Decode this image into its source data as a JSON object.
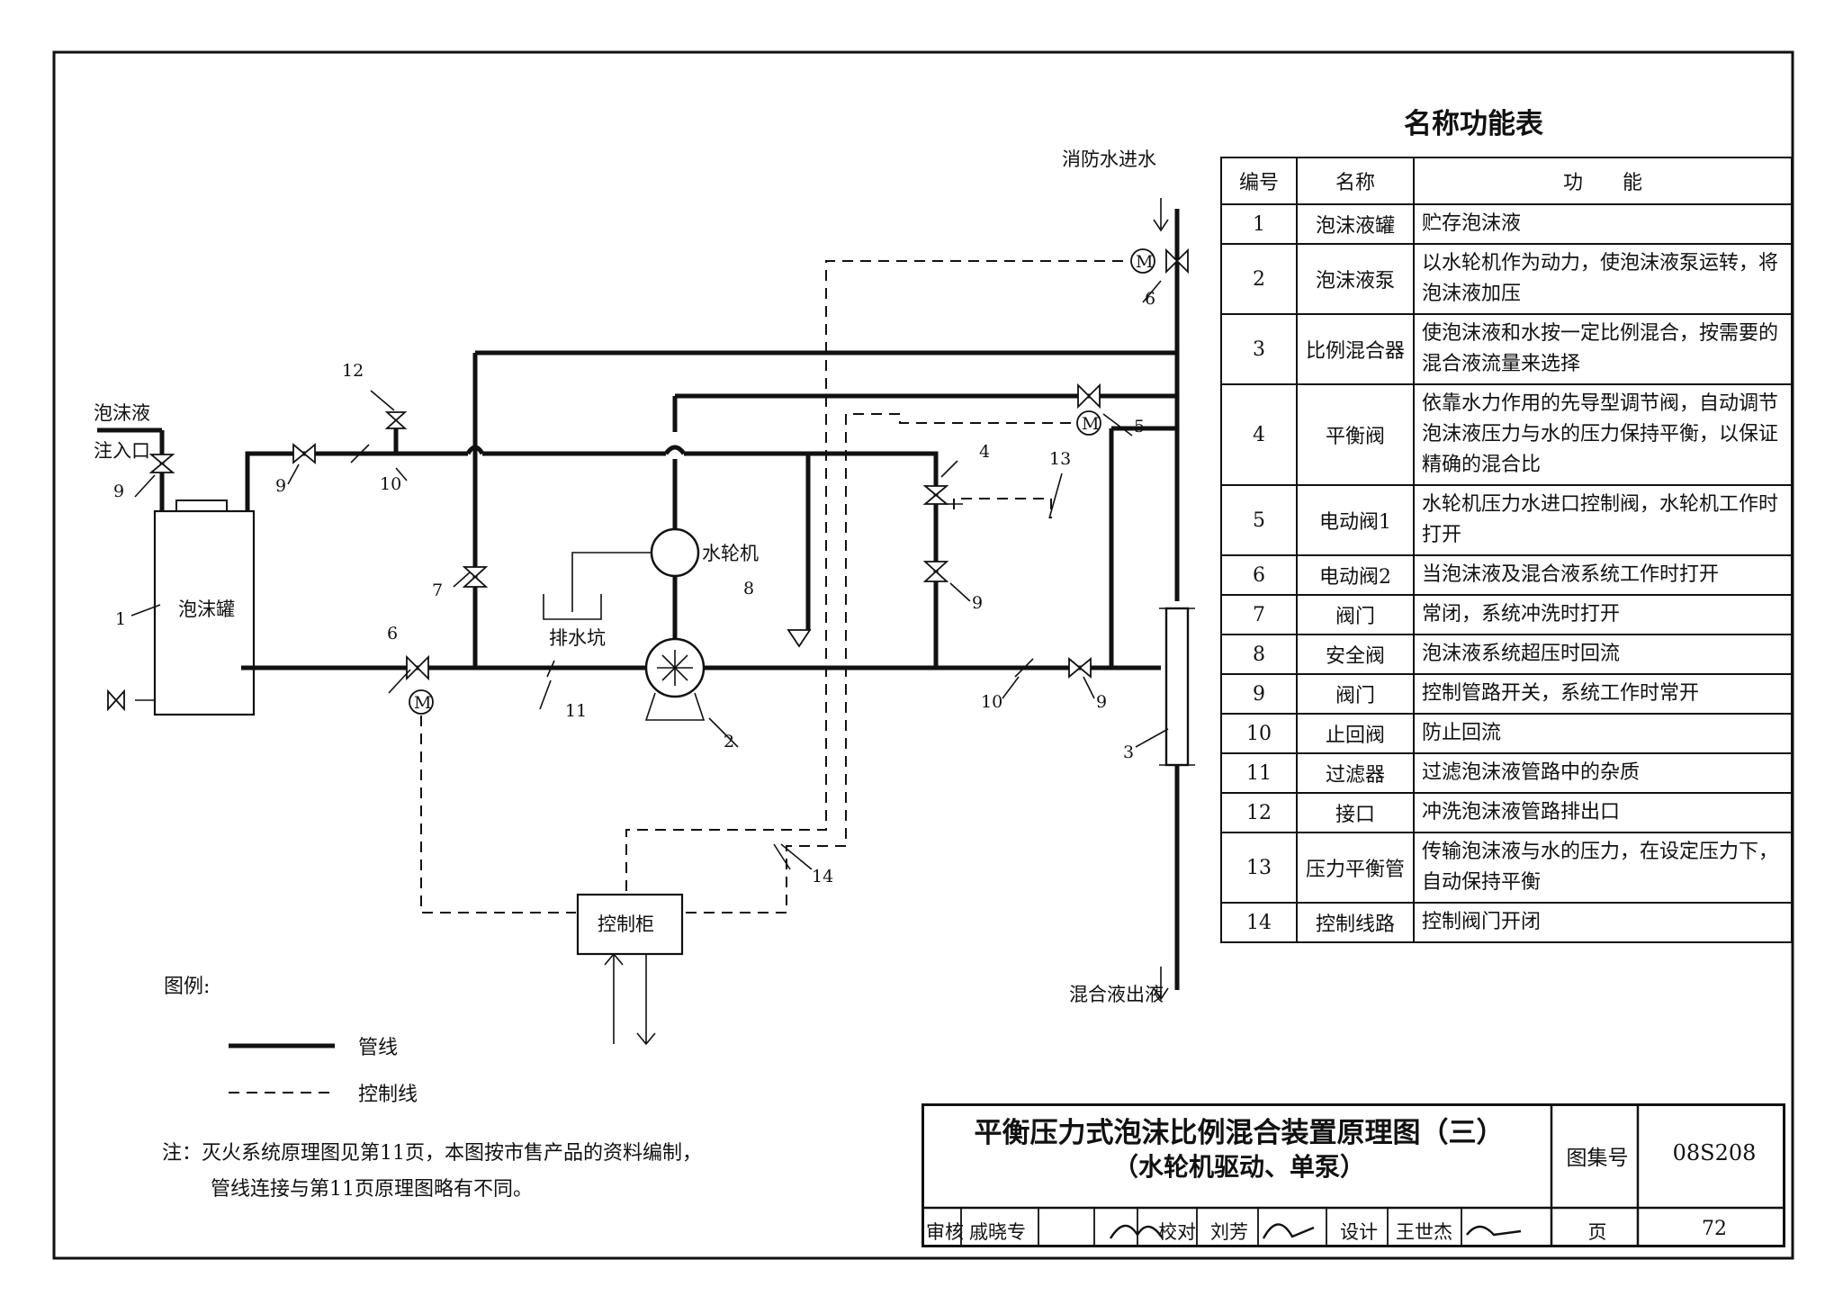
{
  "drawing": {
    "labels": {
      "fire_water_inlet": "消防水进水",
      "foam_inlet_line1": "泡沫液",
      "foam_inlet_line2": "注入口",
      "foam_tank": "泡沫罐",
      "water_turbine": "水轮机",
      "drain_pit": "排水坑",
      "control_cabinet": "控制柜",
      "mixed_outlet": "混合液出液"
    },
    "component_numbers": [
      "1",
      "2",
      "3",
      "4",
      "5",
      "6",
      "6",
      "7",
      "8",
      "9",
      "9",
      "9",
      "9",
      "10",
      "10",
      "11",
      "12",
      "13",
      "14"
    ],
    "valve_motor_symbol": "M"
  },
  "legend": {
    "title": "图例:",
    "items": [
      {
        "label": "管线",
        "style": "solid"
      },
      {
        "label": "控制线",
        "style": "dashed"
      }
    ]
  },
  "function_table": {
    "title": "名称功能表",
    "headers": [
      "编号",
      "名称",
      "功　　能"
    ],
    "rows": [
      {
        "no": "1",
        "name": "泡沫液罐",
        "function": "贮存泡沫液"
      },
      {
        "no": "2",
        "name": "泡沫液泵",
        "function": "以水轮机作为动力，使泡沫液泵运转，将泡沫液加压"
      },
      {
        "no": "3",
        "name": "比例混合器",
        "function": "使泡沫液和水按一定比例混合，按需要的混合液流量来选择"
      },
      {
        "no": "4",
        "name": "平衡阀",
        "function": "依靠水力作用的先导型调节阀，自动调节泡沫液压力与水的压力保持平衡，以保证精确的混合比"
      },
      {
        "no": "5",
        "name": "电动阀1",
        "function": "水轮机压力水进口控制阀，水轮机工作时打开"
      },
      {
        "no": "6",
        "name": "电动阀2",
        "function": "当泡沫液及混合液系统工作时打开"
      },
      {
        "no": "7",
        "name": "阀门",
        "function": "常闭，系统冲洗时打开"
      },
      {
        "no": "8",
        "name": "安全阀",
        "function": "泡沫液系统超压时回流"
      },
      {
        "no": "9",
        "name": "阀门",
        "function": "控制管路开关，系统工作时常开"
      },
      {
        "no": "10",
        "name": "止回阀",
        "function": "防止回流"
      },
      {
        "no": "11",
        "name": "过滤器",
        "function": "过滤泡沫液管路中的杂质"
      },
      {
        "no": "12",
        "name": "接口",
        "function": "冲洗泡沫液管路排出口"
      },
      {
        "no": "13",
        "name": "压力平衡管",
        "function": "传输泡沫液与水的压力，在设定压力下，自动保持平衡"
      },
      {
        "no": "14",
        "name": "控制线路",
        "function": "控制阀门开闭"
      }
    ]
  },
  "notes": {
    "line1": "注：灭火系统原理图见第11页，本图按市售产品的资料编制，",
    "line2": "管线连接与第11页原理图略有不同。"
  },
  "title_block": {
    "title_line1": "平衡压力式泡沫比例混合装置原理图（三）",
    "title_line2": "（水轮机驱动、单泵）",
    "atlas_label": "图集号",
    "atlas_no": "08S208",
    "reviewer_label": "审核",
    "reviewer": "戚晓专",
    "checker_label": "校对",
    "checker": "刘芳",
    "designer_label": "设计",
    "designer": "王世杰",
    "page_label": "页",
    "page_no": "72"
  }
}
